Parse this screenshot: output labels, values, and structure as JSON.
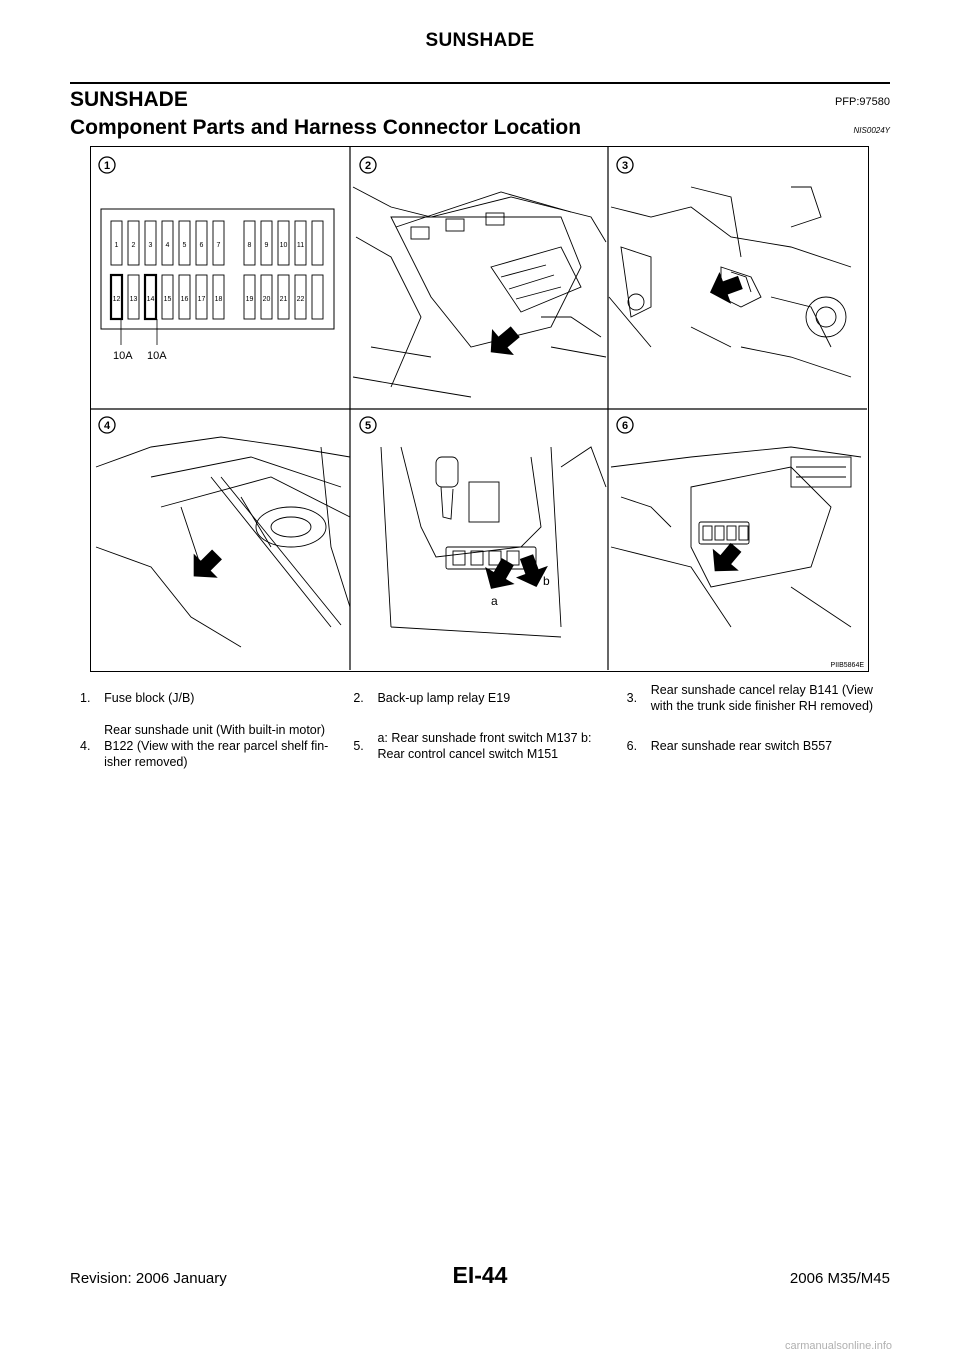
{
  "header": {
    "title": "SUNSHADE"
  },
  "section": {
    "title": "SUNSHADE",
    "code": "PFP:97580"
  },
  "subsection": {
    "title": "Component Parts and Harness Connector Location",
    "code": "NIS0024Y"
  },
  "figure": {
    "code": "PIIB5864E",
    "panels": [
      {
        "number": "1"
      },
      {
        "number": "2"
      },
      {
        "number": "3"
      },
      {
        "number": "4"
      },
      {
        "number": "5"
      },
      {
        "number": "6"
      }
    ],
    "fuse_block": {
      "top_row": [
        "1",
        "2",
        "3",
        "4",
        "5",
        "6",
        "7",
        "8",
        "9",
        "10",
        "11"
      ],
      "bottom_row": [
        "12",
        "13",
        "14",
        "15",
        "16",
        "17",
        "18",
        "19",
        "20",
        "21",
        "22"
      ],
      "fuse_labels": [
        "10A",
        "10A"
      ]
    },
    "panel5_labels": [
      "a",
      "b"
    ]
  },
  "captions": [
    {
      "num": "1.",
      "text": "Fuse block (J/B)"
    },
    {
      "num": "2.",
      "text": "Back-up lamp relay E19"
    },
    {
      "num": "3.",
      "text": "Rear sunshade cancel relay B141 (View with the trunk side finisher RH removed)"
    },
    {
      "num": "4.",
      "text": "Rear sunshade unit (With built-in motor) B122 (View with the rear parcel shelf fin-isher removed)"
    },
    {
      "num": "5.",
      "text": "a: Rear sunshade front switch M137 b: Rear control cancel switch M151"
    },
    {
      "num": "6.",
      "text": "Rear sunshade rear switch B557"
    }
  ],
  "footer": {
    "left": "Revision: 2006 January",
    "center": "EI-44",
    "right": "2006 M35/M45"
  },
  "watermark": "carmanualsonline.info"
}
